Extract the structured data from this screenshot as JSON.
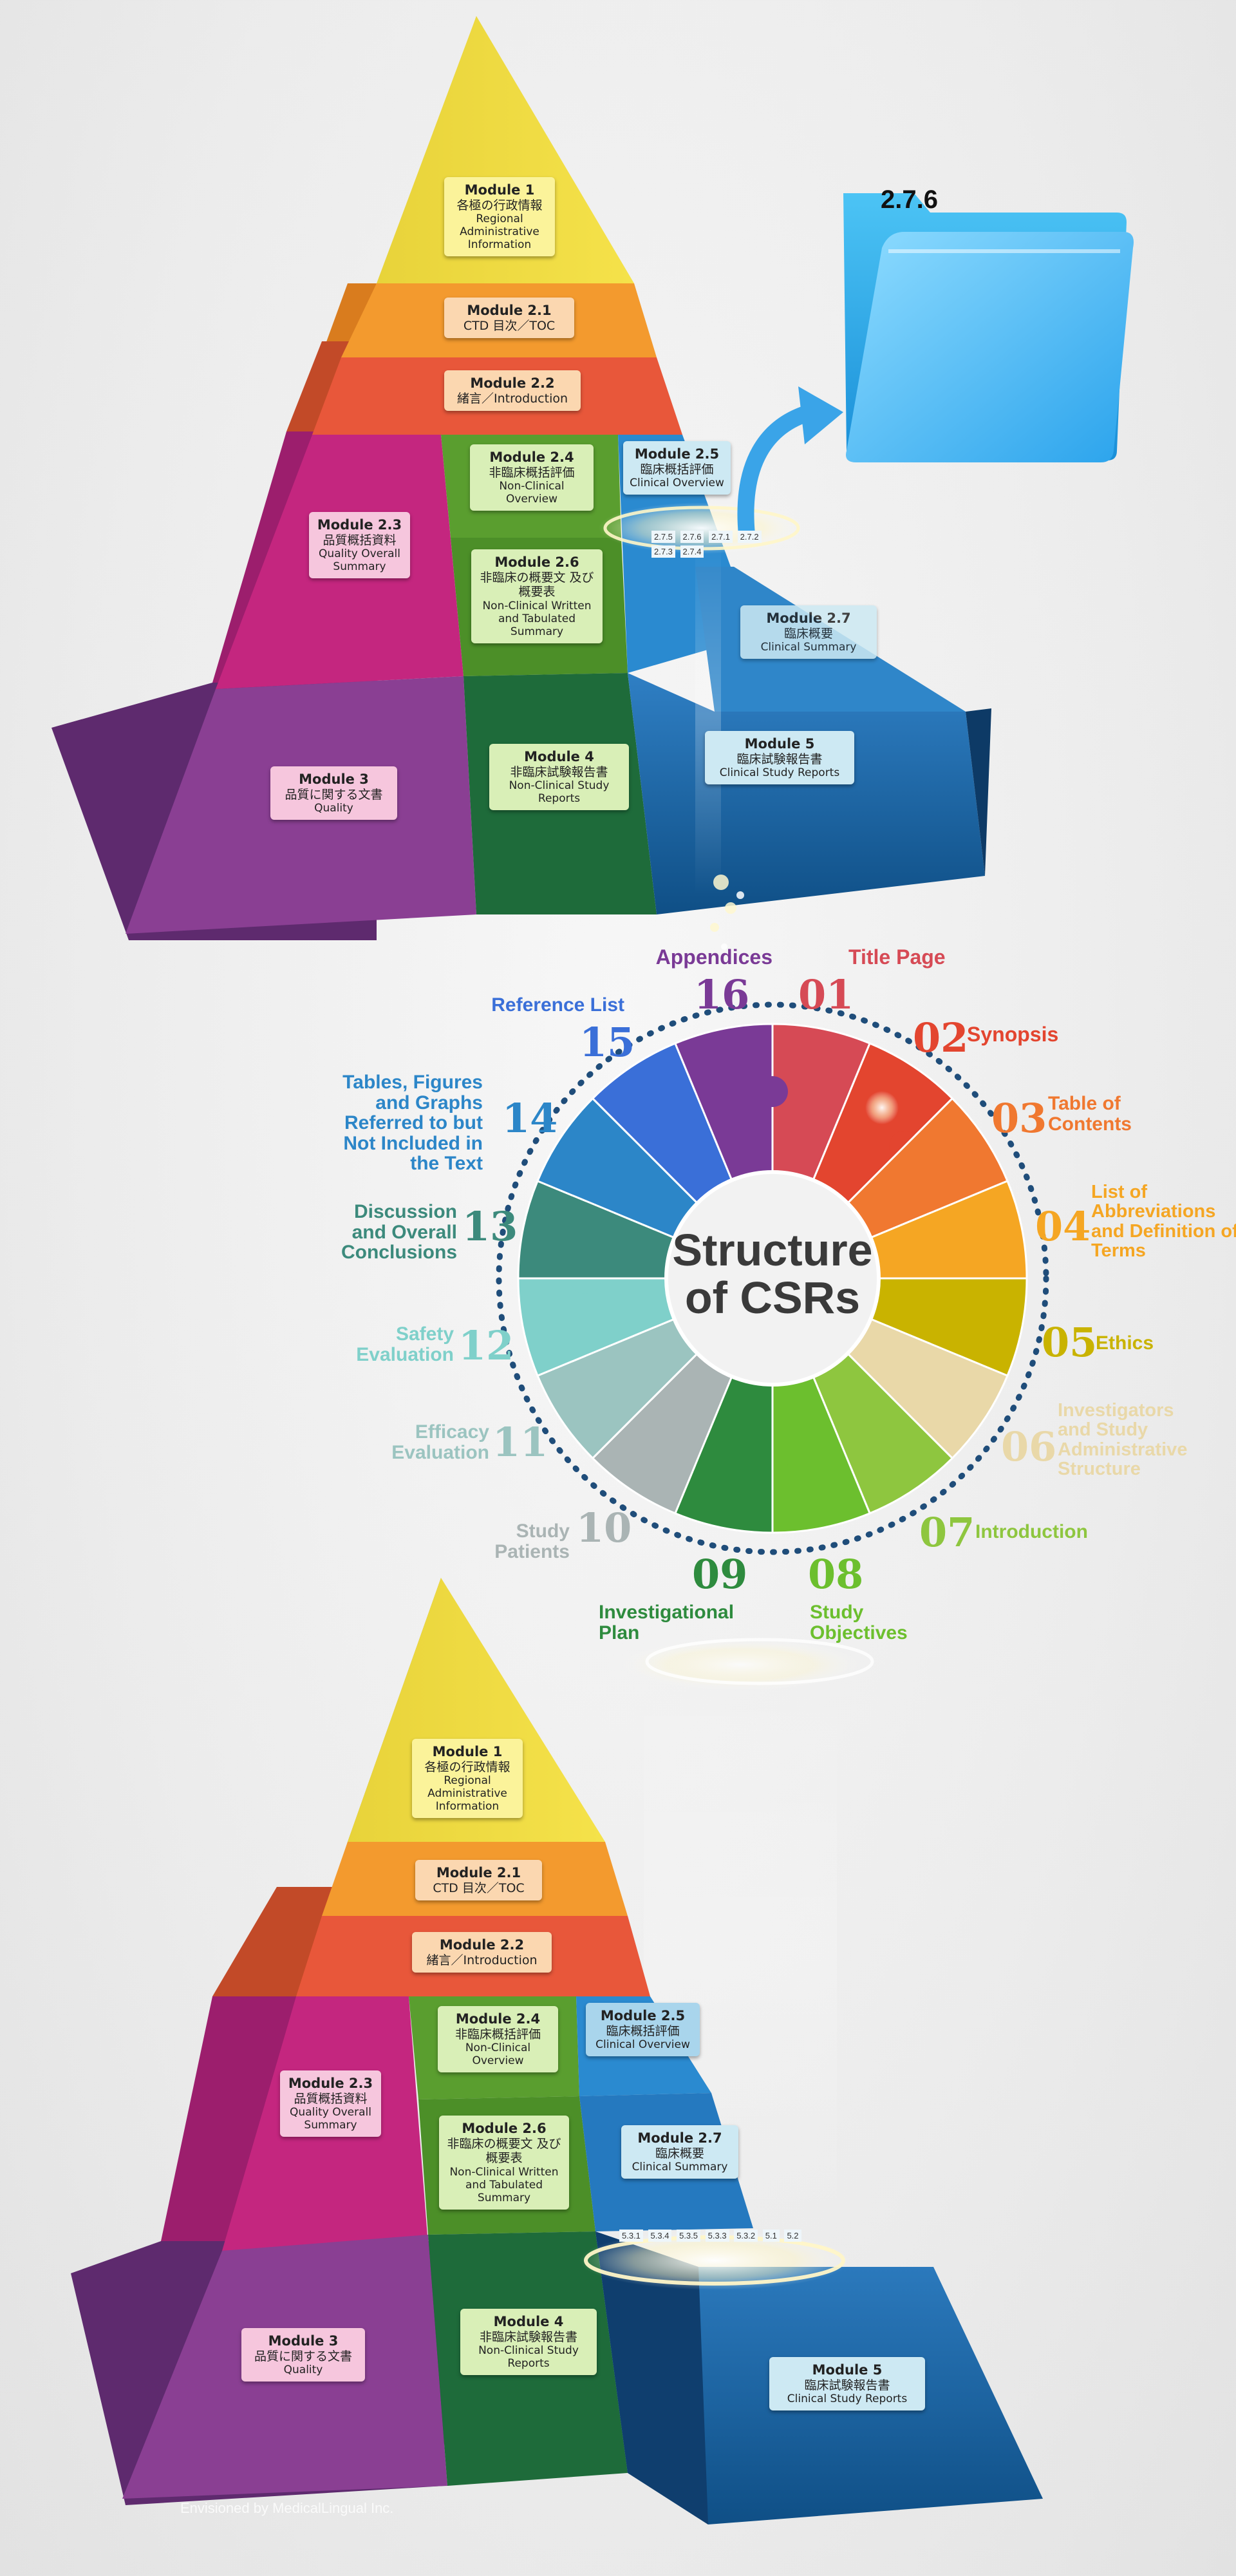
{
  "pyramid_top": {
    "m1": {
      "title": "Module 1",
      "jp": "各極の行政情報",
      "en": "Regional Administrative Information"
    },
    "m21": {
      "title": "Module 2.1",
      "jp": "CTD 目次／TOC",
      "en": ""
    },
    "m22": {
      "title": "Module 2.2",
      "jp": "緒言／Introduction",
      "en": ""
    },
    "m23": {
      "title": "Module 2.3",
      "jp": "品質概括資料",
      "en": "Quality Overall Summary"
    },
    "m24": {
      "title": "Module 2.4",
      "jp": "非臨床概括評価",
      "en": "Non-Clinical Overview"
    },
    "m25": {
      "title": "Module 2.5",
      "jp": "臨床概括評価",
      "en": "Clinical Overview"
    },
    "m26": {
      "title": "Module 2.6",
      "jp": "非臨床の概要文 及び概要表",
      "en": "Non-Clinical Written and Tabulated Summary"
    },
    "m27": {
      "title": "Module 2.7",
      "jp": "臨床概要",
      "en": "Clinical Summary"
    },
    "m3": {
      "title": "Module 3",
      "jp": "品質に関する文書",
      "en": "Quality"
    },
    "m4": {
      "title": "Module 4",
      "jp": "非臨床試験報告書",
      "en": "Non-Clinical Study Reports"
    },
    "m5": {
      "title": "Module 5",
      "jp": "臨床試験報告書",
      "en": "Clinical Study Reports"
    },
    "disc_sections": [
      "2.7.5",
      "2.7.6",
      "2.7.1",
      "2.7.2",
      "2.7.3",
      "2.7.4"
    ]
  },
  "folder": {
    "label": "2.7.6",
    "accent": "#39b5f0"
  },
  "wheel": {
    "title_line1": "Structure",
    "title_line2": "of CSRs",
    "items": [
      {
        "num": "01",
        "label": "Title Page",
        "color": "#d64a55"
      },
      {
        "num": "02",
        "label": "Synopsis",
        "color": "#e3452f"
      },
      {
        "num": "03",
        "label": "Table of Contents",
        "color": "#f07830"
      },
      {
        "num": "04",
        "label": "List of Abbreviations and Definition of Terms",
        "color": "#f5a623"
      },
      {
        "num": "05",
        "label": "Ethics",
        "color": "#c9b300"
      },
      {
        "num": "06",
        "label": "Investigators and Study Administrative Structure",
        "color": "#e9d8a8"
      },
      {
        "num": "07",
        "label": "Introduction",
        "color": "#8ec63f"
      },
      {
        "num": "08",
        "label": "Study Objectives",
        "color": "#6cbf2e"
      },
      {
        "num": "09",
        "label": "Investigational Plan",
        "color": "#2e8b3e"
      },
      {
        "num": "10",
        "label": "Study Patients",
        "color": "#aab4b4"
      },
      {
        "num": "11",
        "label": "Efficacy Evaluation",
        "color": "#9bc4c0"
      },
      {
        "num": "12",
        "label": "Safety Evaluation",
        "color": "#7fd0ca"
      },
      {
        "num": "13",
        "label": "Discussion and Overall Conclusions",
        "color": "#3c8a7c"
      },
      {
        "num": "14",
        "label": "Tables, Figures and Graphs Referred to but Not Included in the Text",
        "color": "#2c86c8"
      },
      {
        "num": "15",
        "label": "Reference List",
        "color": "#3a6fd8"
      },
      {
        "num": "16",
        "label": "Appendices",
        "color": "#7a3a96"
      }
    ]
  },
  "pyramid_bottom": {
    "disc_sections": [
      "5.3.1",
      "5.3.4",
      "5.3.5",
      "5.3.3",
      "5.3.2",
      "5.1",
      "5.2"
    ]
  },
  "credit": "Envisioned by MedicalLingual Inc."
}
